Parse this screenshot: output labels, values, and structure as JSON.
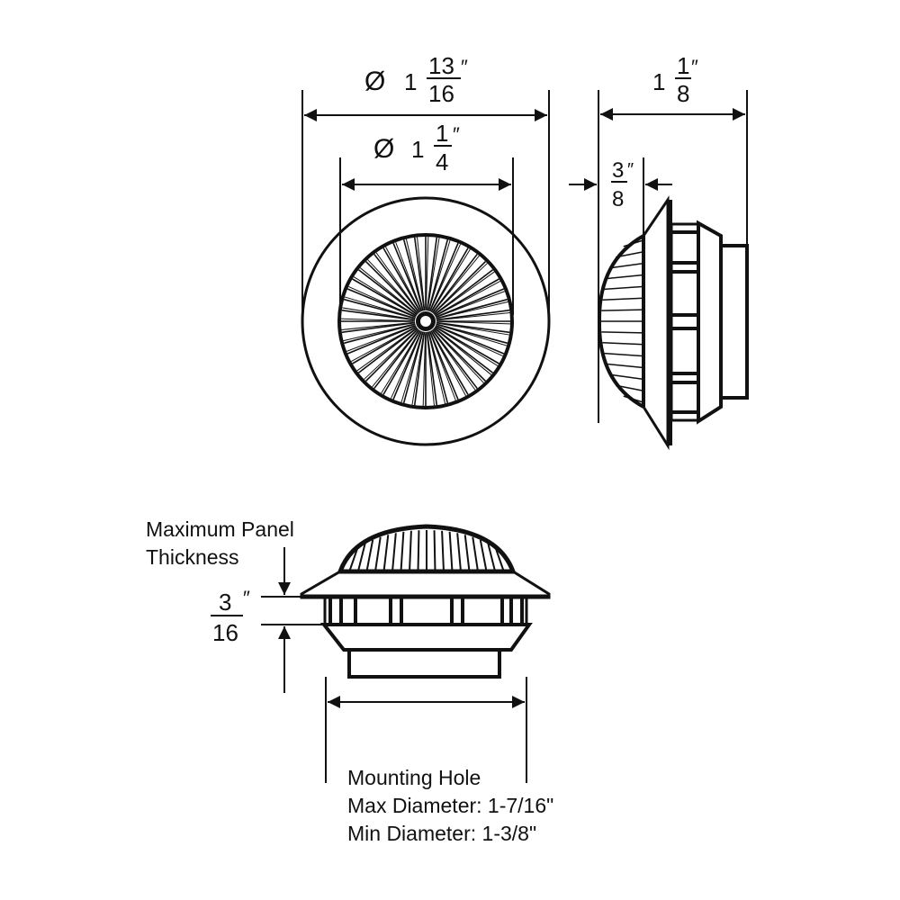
{
  "front_view": {
    "outer_dim": {
      "symbol": "Ø",
      "whole": "1",
      "num": "13",
      "den": "16",
      "unit": "″"
    },
    "inner_dim": {
      "symbol": "Ø",
      "whole": "1",
      "num": "1",
      "den": "4",
      "unit": "″"
    }
  },
  "side_view": {
    "depth_dim": {
      "whole": "1",
      "num": "1",
      "den": "8",
      "unit": "″"
    },
    "dome_dim": {
      "num": "3",
      "den": "8",
      "unit": "″"
    }
  },
  "bottom_view": {
    "panel_label_line1": "Maximum Panel",
    "panel_label_line2": "Thickness",
    "panel_dim": {
      "num": "3",
      "den": "16",
      "unit": "″"
    },
    "mounting_hole": "Mounting Hole",
    "max_diameter": "Max Diameter: 1-7/16\"",
    "min_diameter": "Min Diameter:  1-3/8\""
  }
}
